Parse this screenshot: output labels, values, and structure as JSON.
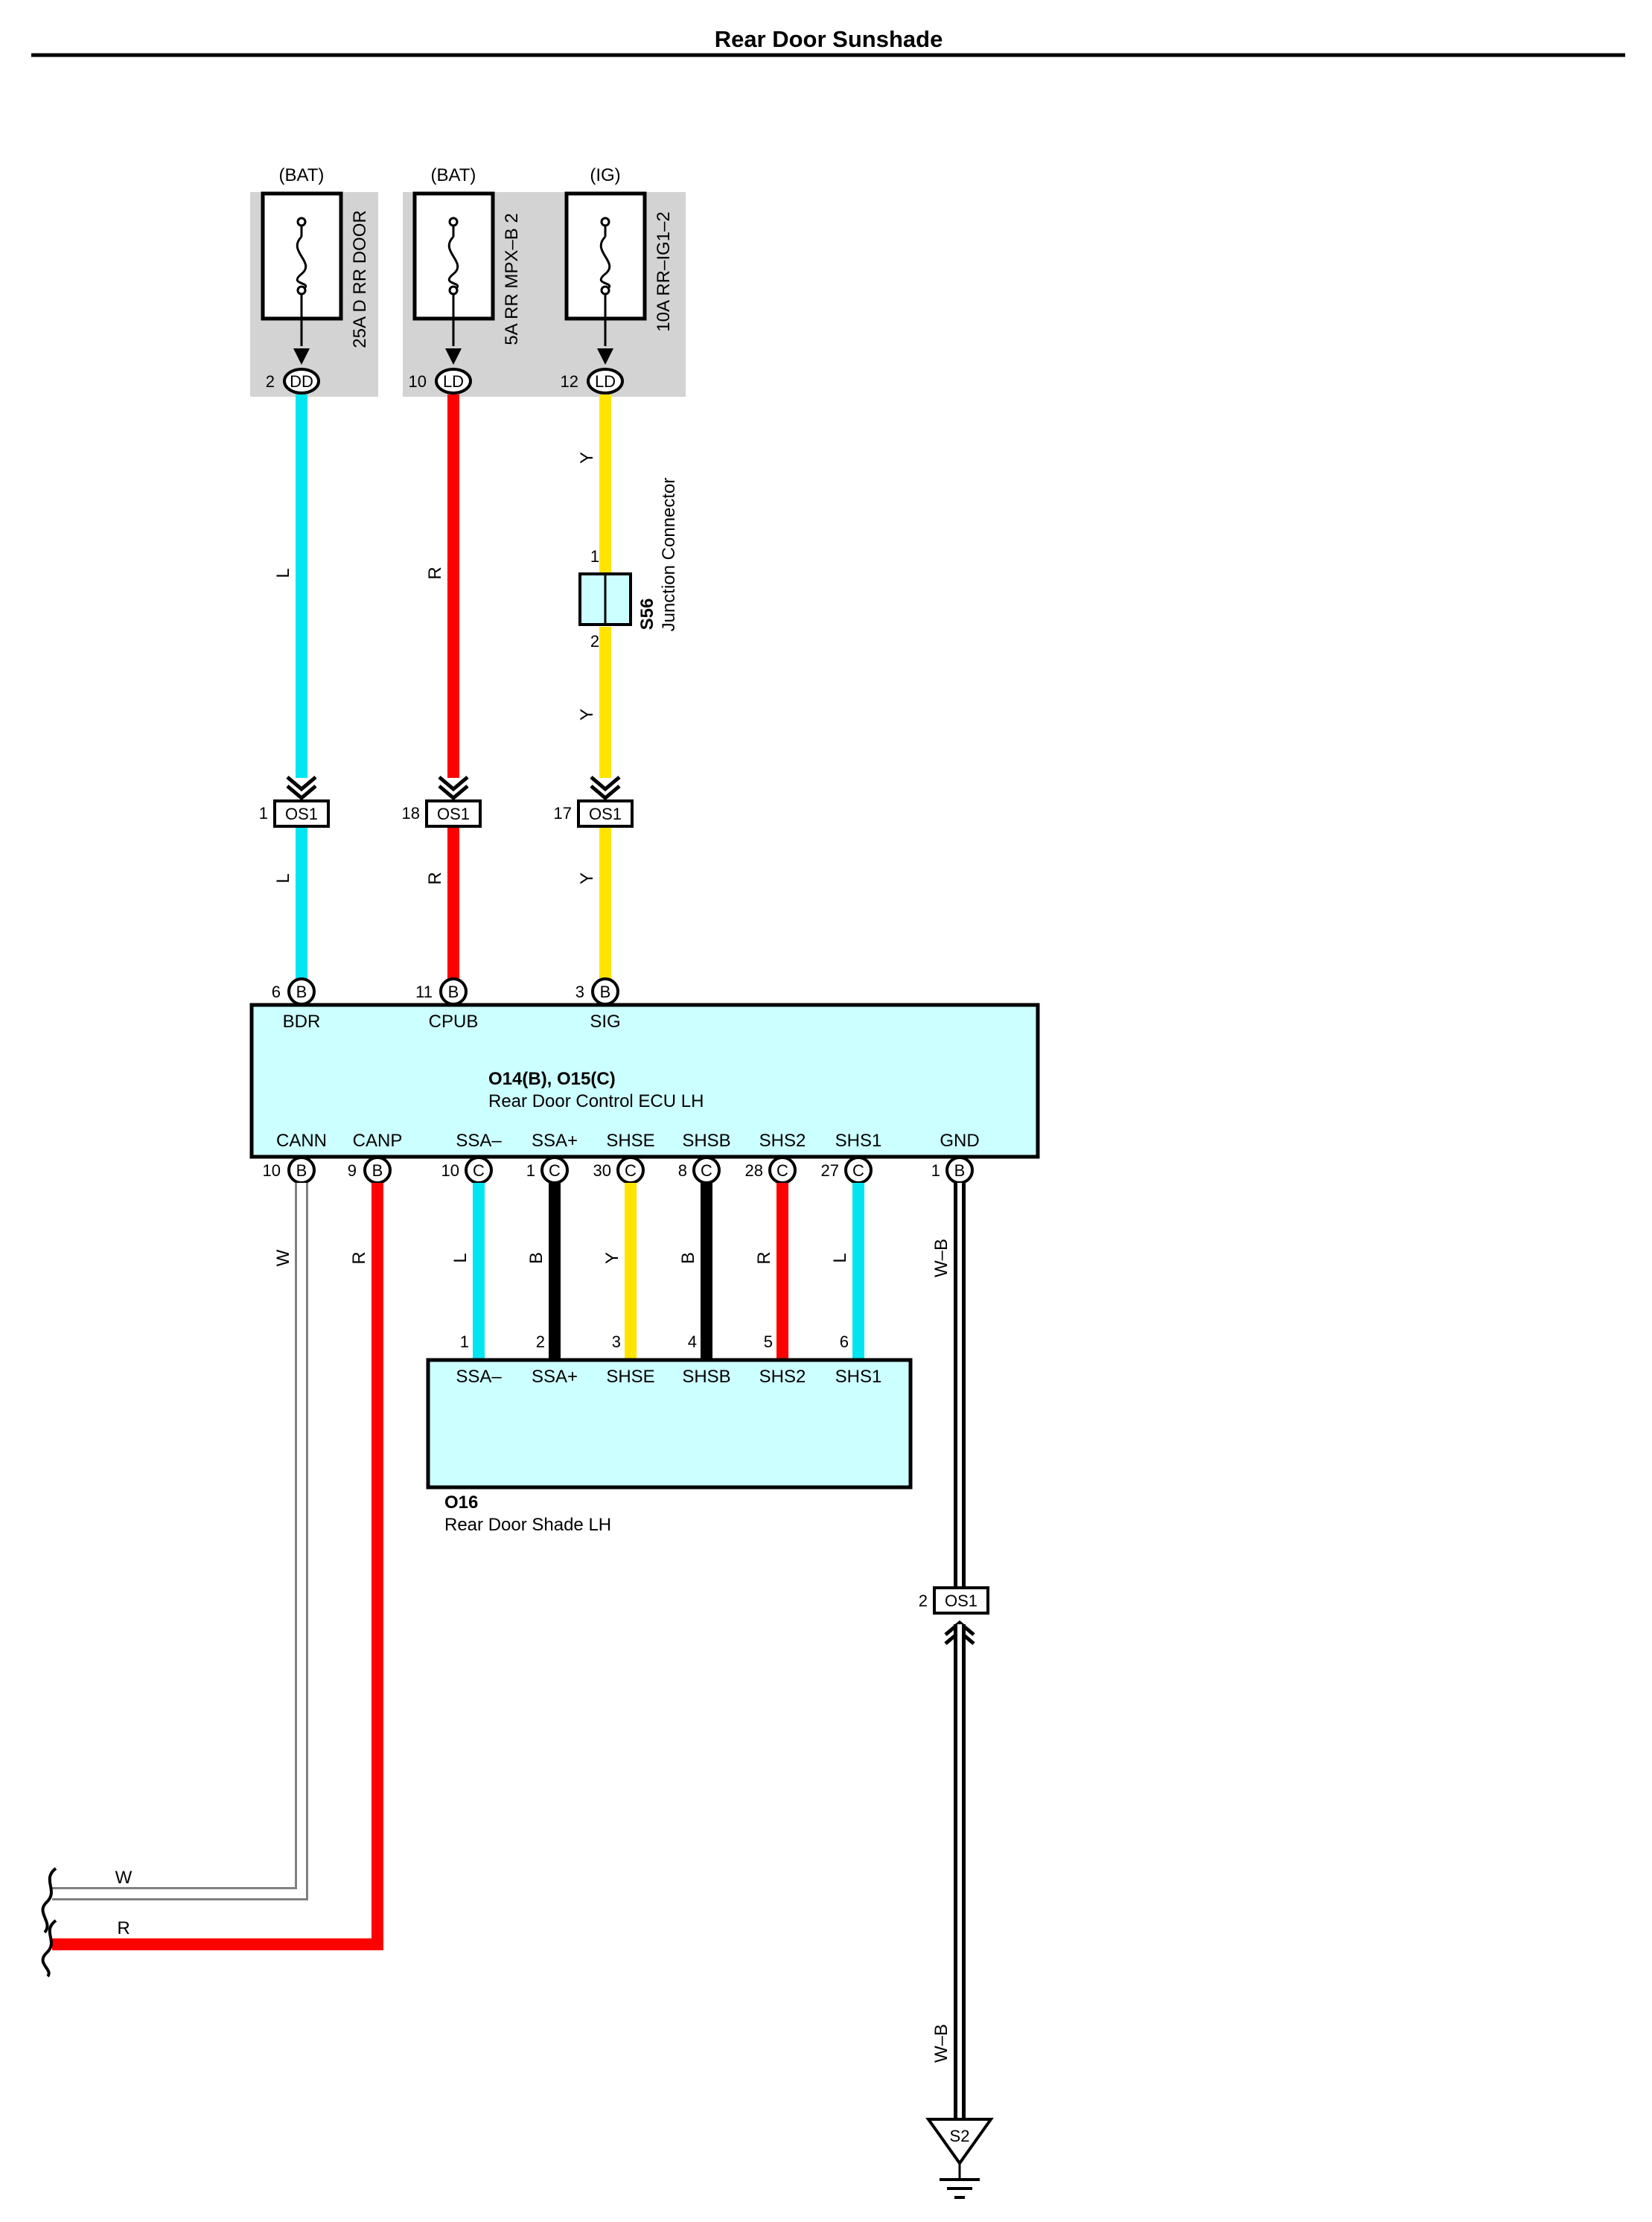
{
  "title": "Rear Door Sunshade",
  "fuses": [
    {
      "source": "(BAT)",
      "name": "25A D RR DOOR",
      "pin": "2",
      "conn": "DD"
    },
    {
      "source": "(BAT)",
      "name": "5A RR MPX–B 2",
      "pin": "10",
      "conn": "LD"
    },
    {
      "source": "(IG)",
      "name": "10A RR–IG1–2",
      "pin": "12",
      "conn": "LD"
    }
  ],
  "junction": {
    "id": "S56",
    "name": "Junction Connector",
    "pin_top": "1",
    "pin_bottom": "2"
  },
  "os1_upper": [
    {
      "pin": "1",
      "conn": "OS1"
    },
    {
      "pin": "18",
      "conn": "OS1"
    },
    {
      "pin": "17",
      "conn": "OS1"
    }
  ],
  "ecu": {
    "id": "O14(B), O15(C)",
    "name": "Rear Door Control ECU LH",
    "top_pins": [
      {
        "pin": "6",
        "conn": "B",
        "label": "BDR"
      },
      {
        "pin": "11",
        "conn": "B",
        "label": "CPUB"
      },
      {
        "pin": "3",
        "conn": "B",
        "label": "SIG"
      }
    ],
    "bottom_pins": [
      {
        "pin": "10",
        "conn": "B",
        "label": "CANN"
      },
      {
        "pin": "9",
        "conn": "B",
        "label": "CANP"
      },
      {
        "pin": "10",
        "conn": "C",
        "label": "SSA–"
      },
      {
        "pin": "1",
        "conn": "C",
        "label": "SSA+"
      },
      {
        "pin": "30",
        "conn": "C",
        "label": "SHSE"
      },
      {
        "pin": "8",
        "conn": "C",
        "label": "SHSB"
      },
      {
        "pin": "28",
        "conn": "C",
        "label": "SHS2"
      },
      {
        "pin": "27",
        "conn": "C",
        "label": "SHS1"
      },
      {
        "pin": "1",
        "conn": "B",
        "label": "GND"
      }
    ]
  },
  "shade": {
    "id": "O16",
    "name": "Rear Door Shade LH",
    "pins": [
      {
        "pin": "1",
        "label": "SSA–"
      },
      {
        "pin": "2",
        "label": "SSA+"
      },
      {
        "pin": "3",
        "label": "SHSE"
      },
      {
        "pin": "4",
        "label": "SHSB"
      },
      {
        "pin": "5",
        "label": "SHS2"
      },
      {
        "pin": "6",
        "label": "SHS1"
      }
    ]
  },
  "wire_labels": {
    "bdr_upper": "L",
    "bdr_lower": "L",
    "cpub_upper": "R",
    "cpub_lower": "R",
    "sig_top": "Y",
    "sig_mid": "Y",
    "sig_lower": "Y",
    "cann": "W",
    "canp": "R",
    "shade": [
      "L",
      "B",
      "Y",
      "B",
      "R",
      "L"
    ],
    "gnd_upper": "W–B",
    "gnd_lower": "W–B",
    "left_w": "W",
    "left_r": "R"
  },
  "gnd_connector": {
    "pin": "2",
    "conn": "OS1"
  },
  "ground": {
    "id": "S2"
  },
  "colors": {
    "L": "#00e5f0",
    "R": "#ff0000",
    "Y": "#ffe400",
    "B": "#000000",
    "W": "#ffffff",
    "box_fill": "#ccffff",
    "fuse_bg": "#d3d3d3"
  }
}
